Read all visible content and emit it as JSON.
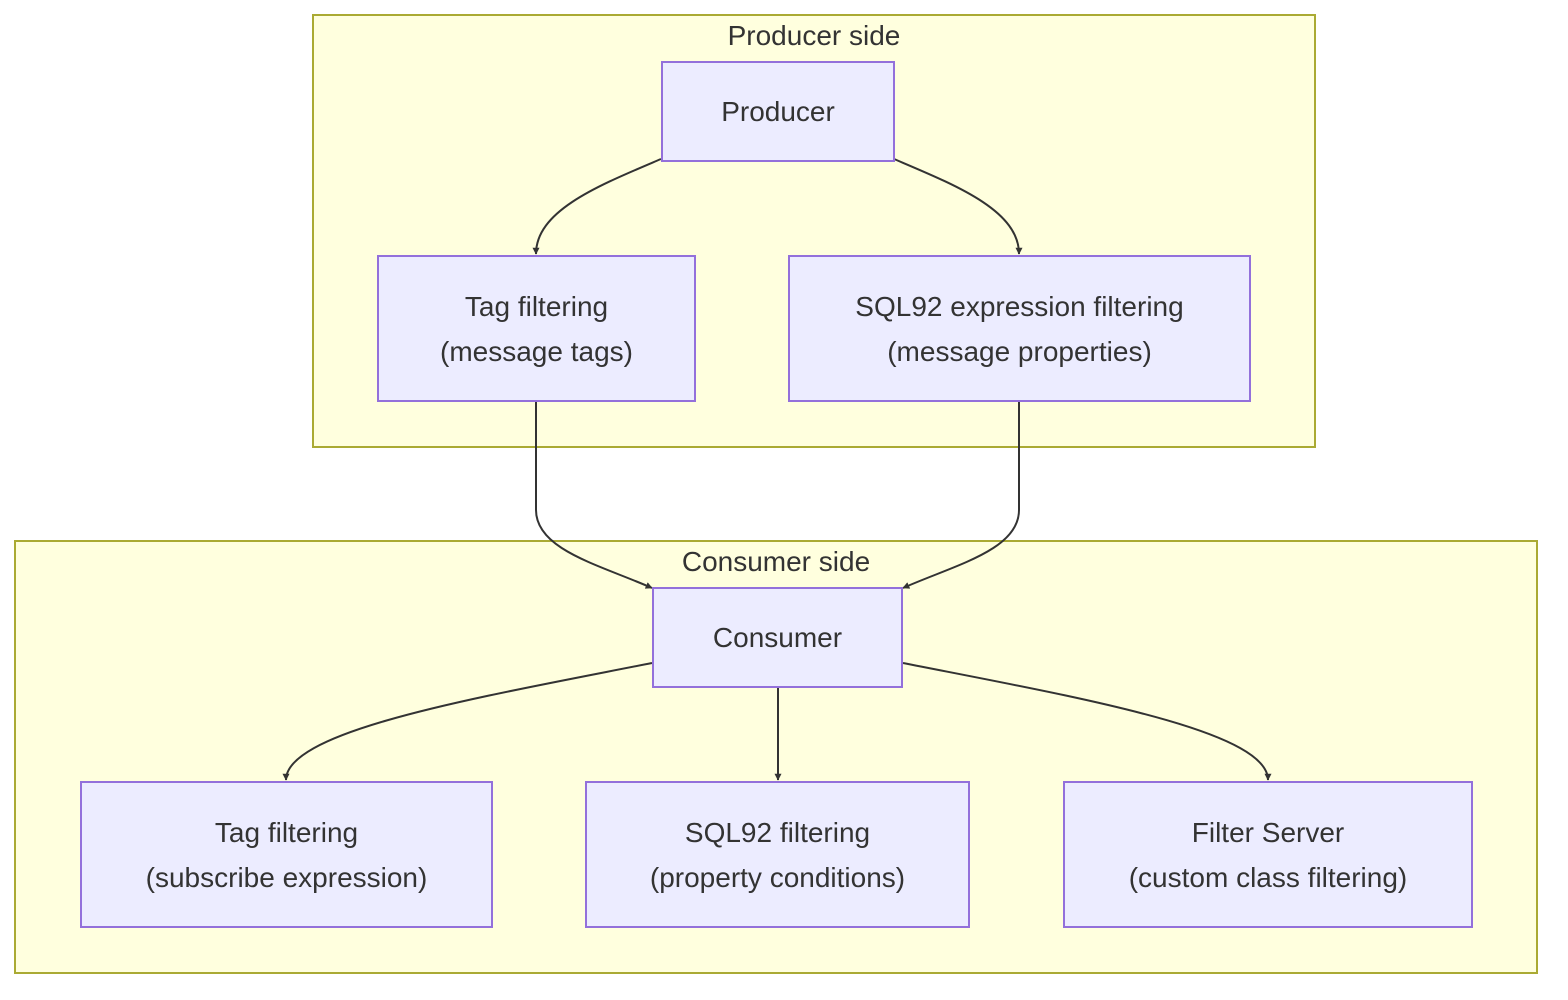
{
  "clusters": {
    "producer_side": {
      "title": "Producer side"
    },
    "consumer_side": {
      "title": "Consumer side"
    }
  },
  "nodes": {
    "producer": {
      "line1": "Producer"
    },
    "producer_tag_filtering": {
      "line1": "Tag filtering",
      "line2": "(message tags)"
    },
    "producer_sql92_filtering": {
      "line1": "SQL92 expression filtering",
      "line2": "(message properties)"
    },
    "consumer": {
      "line1": "Consumer"
    },
    "consumer_tag_filtering": {
      "line1": "Tag filtering",
      "line2": "(subscribe expression)"
    },
    "consumer_sql92_filtering": {
      "line1": "SQL92 filtering",
      "line2": "(property conditions)"
    },
    "filter_server": {
      "line1": "Filter Server",
      "line2": "(custom class filtering)"
    }
  },
  "edges": [
    {
      "from": "producer",
      "to": "producer_tag_filtering"
    },
    {
      "from": "producer",
      "to": "producer_sql92_filtering"
    },
    {
      "from": "producer_tag_filtering",
      "to": "consumer"
    },
    {
      "from": "producer_sql92_filtering",
      "to": "consumer"
    },
    {
      "from": "consumer",
      "to": "consumer_tag_filtering"
    },
    {
      "from": "consumer",
      "to": "consumer_sql92_filtering"
    },
    {
      "from": "consumer",
      "to": "filter_server"
    }
  ],
  "colors": {
    "cluster_fill": "#ffffde",
    "cluster_border": "#aaaa33",
    "node_fill": "#ececff",
    "node_border": "#9370db",
    "edge": "#333333",
    "text": "#333333"
  }
}
